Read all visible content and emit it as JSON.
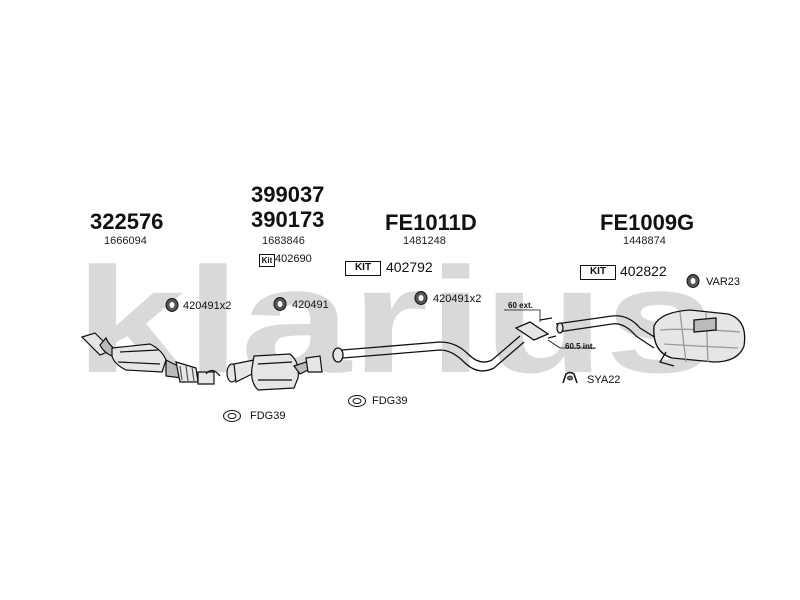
{
  "colors": {
    "watermark": "#d9d9d9",
    "line": "#111111",
    "part_fill": "#e6e6e6",
    "part_shade": "#9a9a9a"
  },
  "watermark": {
    "text": "klarius"
  },
  "components": [
    {
      "part_number": "322576",
      "reference": "1666094"
    },
    {
      "part_number": "399037",
      "part_number_2": "390173",
      "reference": "1683846",
      "kit_label": "Kit",
      "kit_number": "402690"
    },
    {
      "part_number": "FE1011D",
      "reference": "1481248",
      "kit_label": "KIT",
      "kit_number": "402792"
    },
    {
      "part_number": "FE1009G",
      "reference": "1448874",
      "kit_label": "KIT",
      "kit_number": "402822"
    }
  ],
  "mounts": [
    {
      "label": "420491x2",
      "icon": "rubber-hanger-icon"
    },
    {
      "label": "420491",
      "icon": "rubber-hanger-icon"
    },
    {
      "label": "420491x2",
      "icon": "rubber-hanger-icon"
    },
    {
      "label": "VAR23",
      "icon": "rubber-hanger-icon"
    }
  ],
  "gaskets": [
    {
      "label": "FDG39",
      "icon": "gasket-ring-icon"
    },
    {
      "label": "FDG39",
      "icon": "gasket-ring-icon"
    }
  ],
  "bracket": {
    "label": "SYA22",
    "icon": "mounting-bracket-icon"
  },
  "dimensions": {
    "external": "60 ext.",
    "internal": "60.5 int."
  }
}
